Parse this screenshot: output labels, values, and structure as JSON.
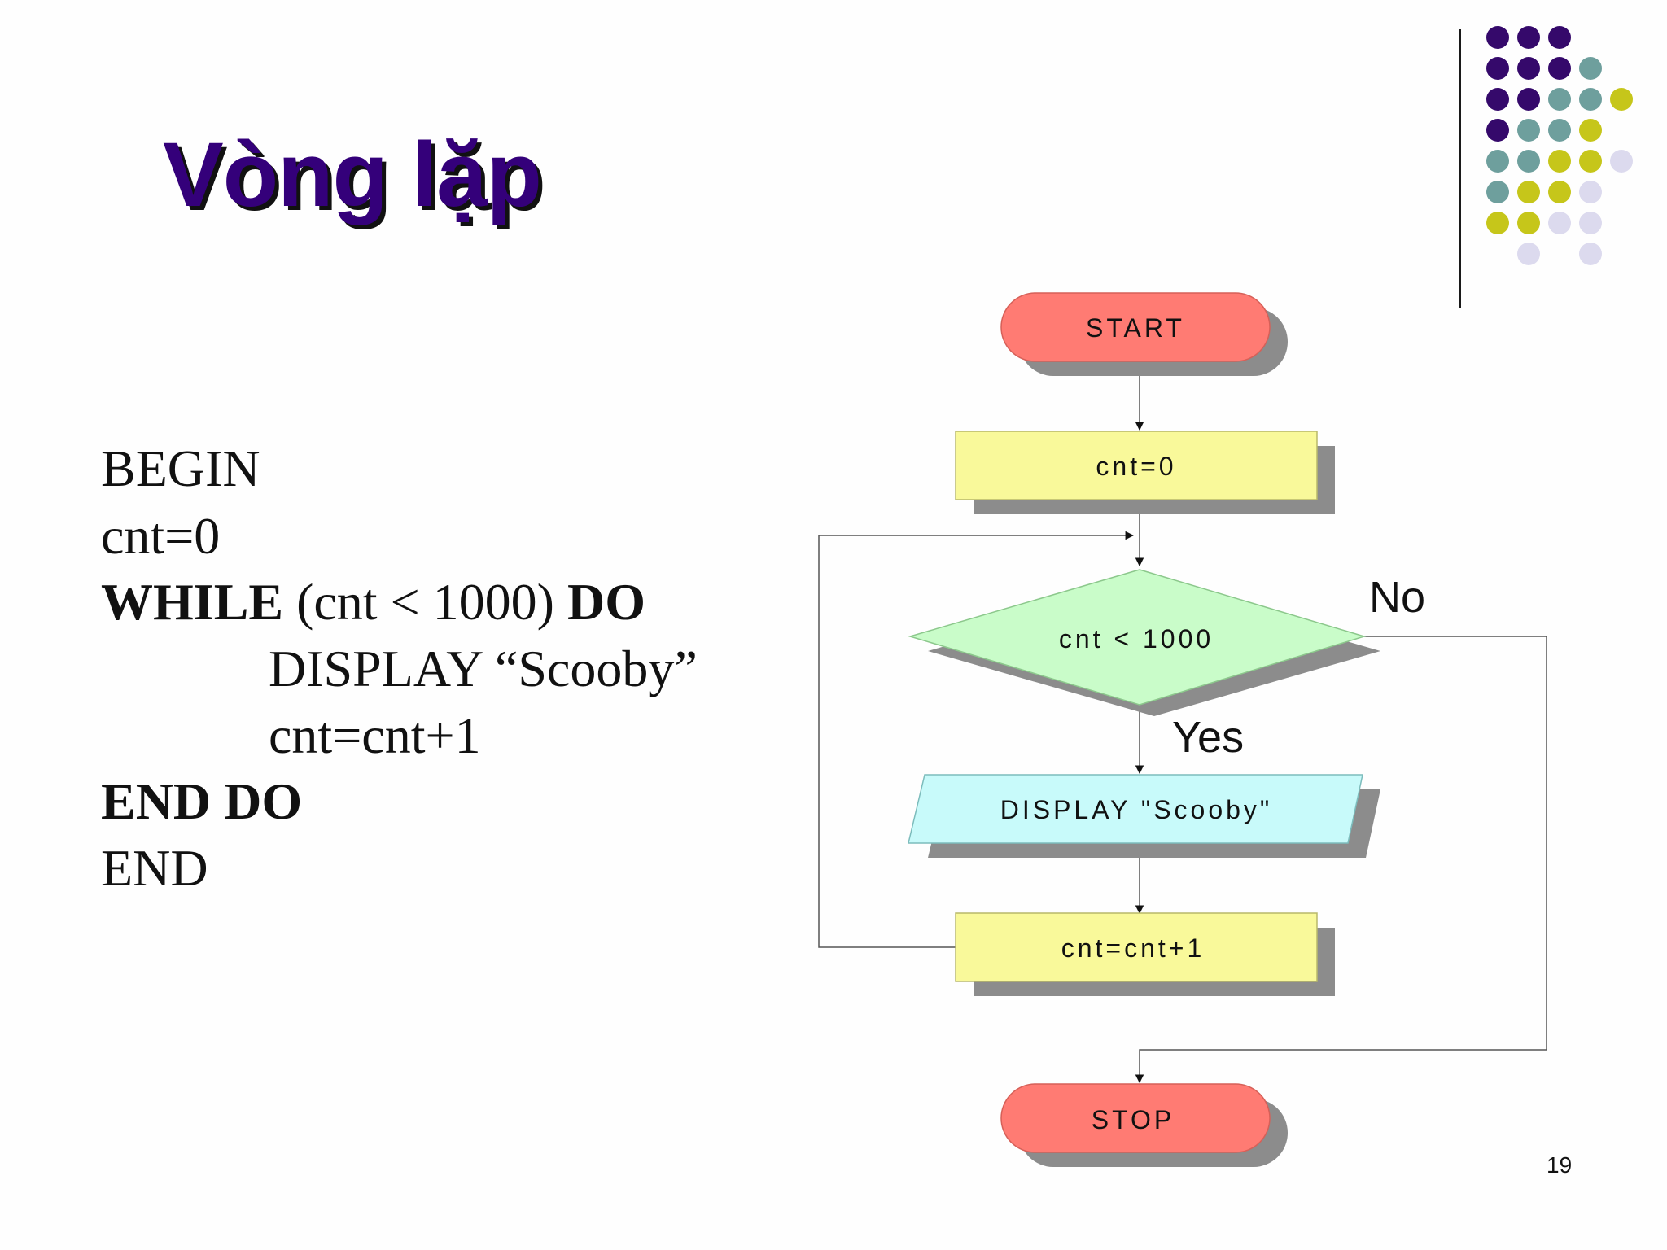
{
  "slide": {
    "title": "Vòng lặp",
    "page_number": "19"
  },
  "pseudocode": {
    "line1": "BEGIN",
    "line2": "cnt=0",
    "line3_kw1": "WHILE",
    "line3_cond": " (cnt < 1000) ",
    "line3_kw2": "DO",
    "line4": "DISPLAY “Scooby”",
    "line5": "cnt=cnt+1",
    "line6": "END DO",
    "line7": "END"
  },
  "flowchart": {
    "start": "START",
    "init": "cnt=0",
    "condition": "cnt < 1000",
    "display": "DISPLAY \"Scooby\"",
    "increment": "cnt=cnt+1",
    "stop": "STOP",
    "yes_label": "Yes",
    "no_label": "No"
  },
  "colors": {
    "title": "#34007a",
    "terminal": "#ff7b73",
    "process": "#f9f99a",
    "decision": "#c9fcc9",
    "io": "#c8fafa",
    "dot_purple": "#35096b",
    "dot_teal": "#6e9f9d",
    "dot_olive": "#c6c61a",
    "dot_lavender": "#dcdaee"
  }
}
